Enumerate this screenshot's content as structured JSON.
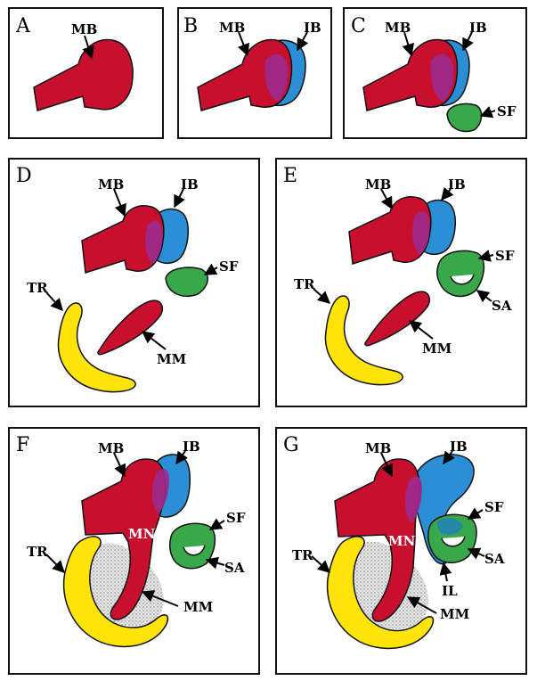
{
  "panels": {
    "A": {
      "letter": "A",
      "mb": "MB"
    },
    "B": {
      "letter": "B",
      "mb": "MB",
      "ib": "IB"
    },
    "C": {
      "letter": "C",
      "mb": "MB",
      "ib": "IB",
      "sf": "SF"
    },
    "D": {
      "letter": "D",
      "mb": "MB",
      "ib": "IB",
      "sf": "SF",
      "tr": "TR",
      "mm": "MM"
    },
    "E": {
      "letter": "E",
      "mb": "MB",
      "ib": "IB",
      "sf": "SF",
      "sa": "SA",
      "tr": "TR",
      "mm": "MM"
    },
    "F": {
      "letter": "F",
      "mb": "MB",
      "ib": "IB",
      "sf": "SF",
      "sa": "SA",
      "tr": "TR",
      "mm": "MM",
      "mn": "MN"
    },
    "G": {
      "letter": "G",
      "mb": "MB",
      "ib": "IB",
      "sf": "SF",
      "sa": "SA",
      "tr": "TR",
      "mm": "MM",
      "mn": "MN",
      "il": "IL"
    }
  },
  "colors": {
    "midbrain": "#c8102e",
    "isthmic_blue": "#2b8fd6",
    "overlap": "#9c2a8f",
    "green": "#38a84a",
    "trabecula": "#ffe40a",
    "stipple": "#d9d9d9"
  }
}
